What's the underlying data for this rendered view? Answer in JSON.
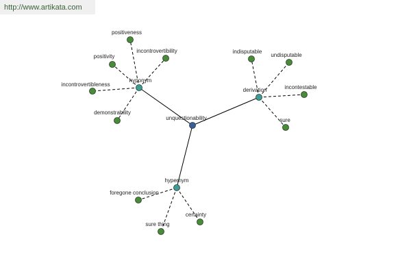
{
  "header": {
    "url": "http://www.artikata.com"
  },
  "colors": {
    "center_node": "#3d5aa0",
    "hub_node": "#3f9a9a",
    "leaf_node": "#4a8a3a",
    "edge": "#000000",
    "node_outline": "#1f3d1f"
  },
  "graph": {
    "center": {
      "label": "unquestionability"
    },
    "hubs": [
      {
        "id": "hyponym",
        "label": "hyponym",
        "leaves": [
          "positiveness",
          "positivity",
          "incontrovertibility",
          "incontrovertibleness",
          "demonstrability"
        ]
      },
      {
        "id": "derivation",
        "label": "derivation",
        "leaves": [
          "indisputable",
          "undisputable",
          "incontestable",
          "sure"
        ]
      },
      {
        "id": "hypernym",
        "label": "hypernym",
        "leaves": [
          "foregone conclusion",
          "sure thing",
          "certainty"
        ]
      }
    ]
  }
}
